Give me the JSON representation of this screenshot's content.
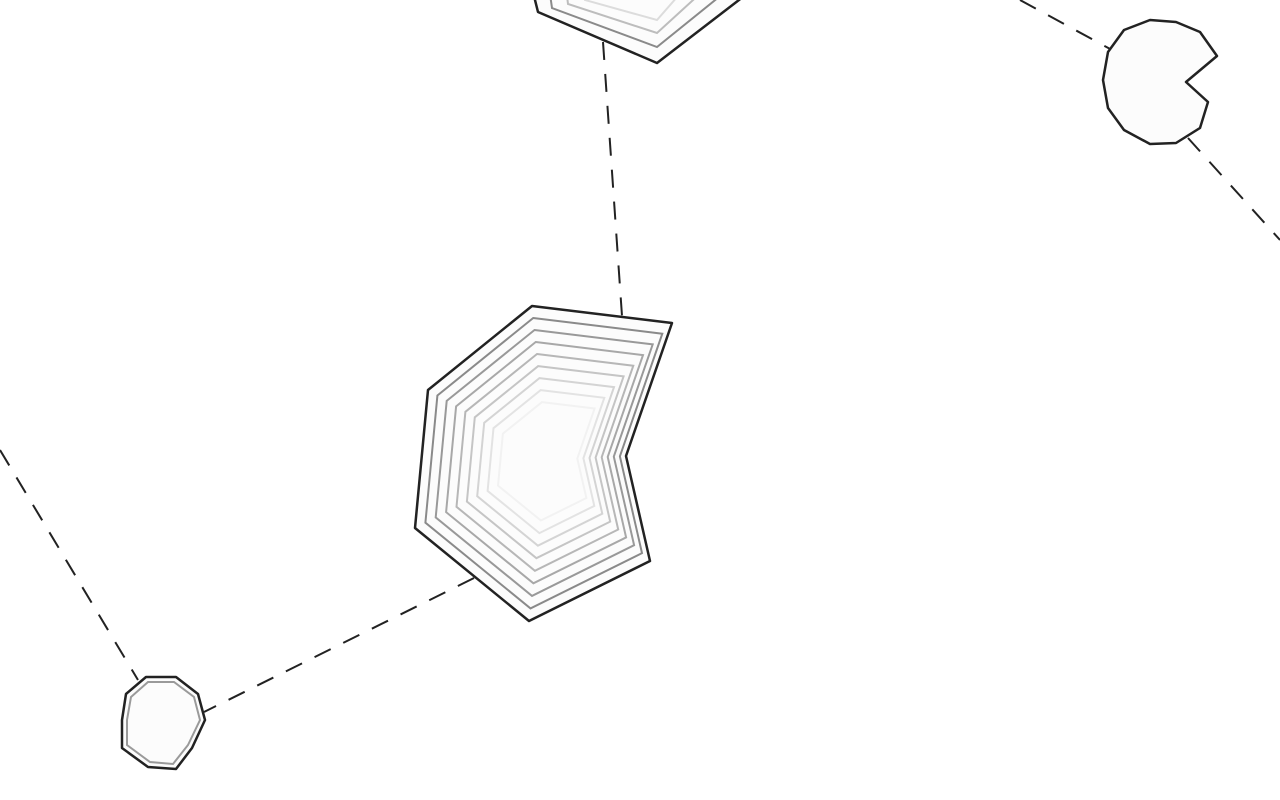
{
  "colors": {
    "background": "#ffffff",
    "outline": "#222222",
    "cell_fill": "#fcfcfc",
    "ring_dark": "#8a8a8a",
    "ring_light": "#f2f2f2"
  },
  "cells": [
    {
      "id": "cell-large-center",
      "kind": "hexagonal-notched",
      "level_rings": 8
    },
    {
      "id": "cell-top-center",
      "kind": "hexagonal",
      "level_rings": 4
    },
    {
      "id": "cell-top-right",
      "kind": "notched-round",
      "level_rings": 0
    },
    {
      "id": "cell-bottom-left",
      "kind": "round",
      "level_rings": 1
    }
  ],
  "links": [
    {
      "from": "cell-top-center",
      "to": "cell-large-center"
    },
    {
      "from": "cell-large-center",
      "to": "cell-bottom-left"
    },
    {
      "from": "cell-bottom-left",
      "to": "offscreen-left"
    },
    {
      "from": "offscreen-top",
      "to": "cell-top-right"
    },
    {
      "from": "cell-top-right",
      "to": "offscreen-right"
    }
  ]
}
